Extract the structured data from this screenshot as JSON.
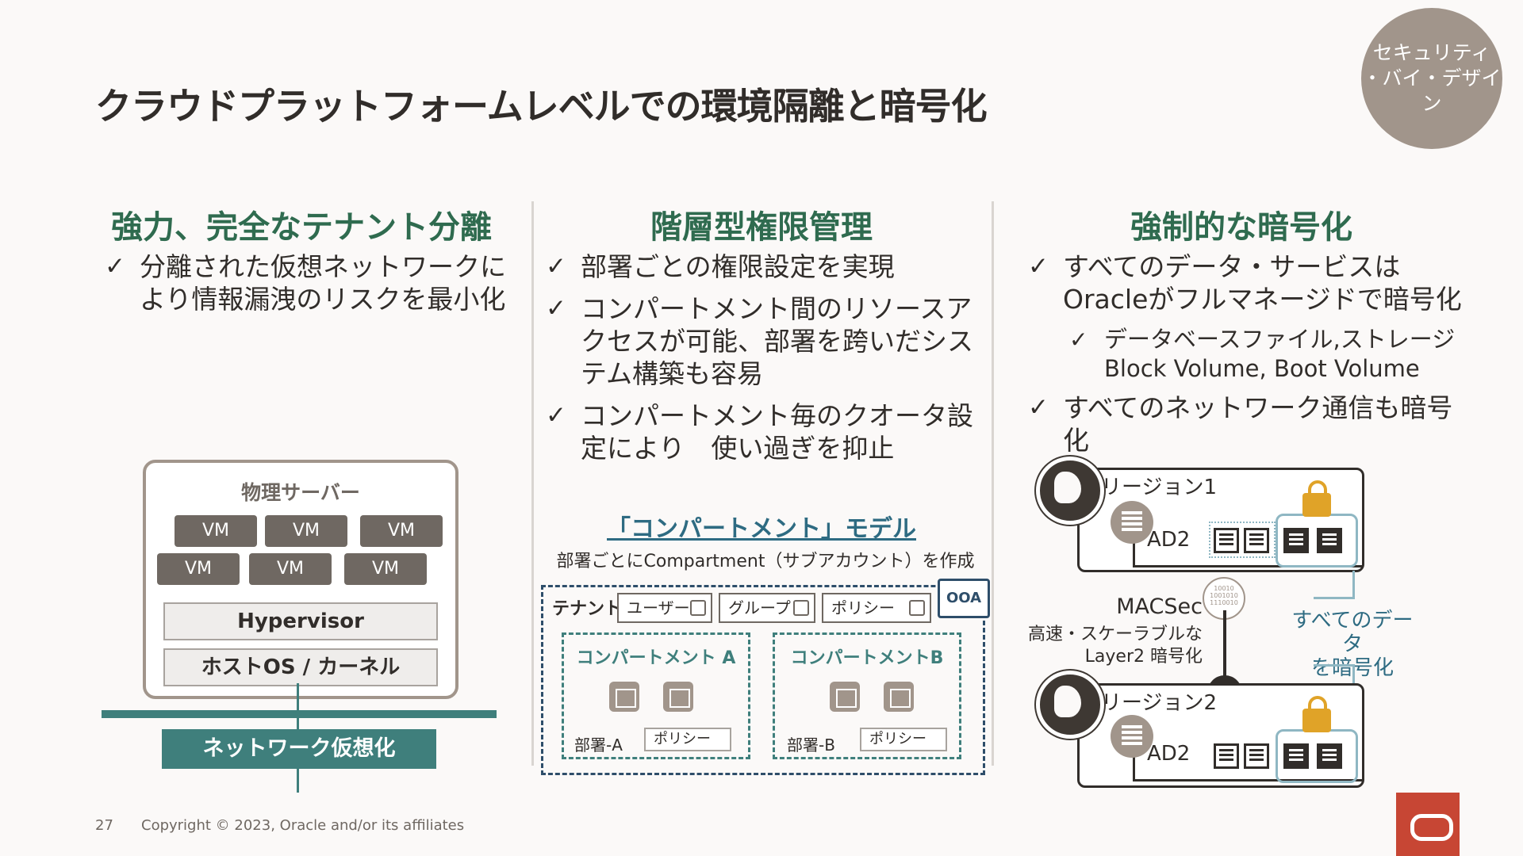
{
  "header": {
    "title": "クラウドプラットフォームレベルでの環境隔離と暗号化",
    "badge_line1": "セキュリティ",
    "badge_line2": "・バイ・デザイン"
  },
  "columns": [
    {
      "heading": "強力、完全なテナント分離",
      "bullets": [
        "分離された仮想ネットワークにより情報漏洩のリスクを最小化"
      ]
    },
    {
      "heading": "階層型権限管理",
      "bullets": [
        "部署ごとの権限設定を実現",
        "コンパートメント間のリソースアクセスが可能、部署を跨いだシステム構築も容易",
        "コンパートメント毎のクオータ設定により　使い過ぎを抑止"
      ]
    },
    {
      "heading": "強制的な暗号化",
      "bullets": [
        "すべてのデータ・サービスはOracleがフルマネージドで暗号化",
        "すべてのネットワーク通信も暗号化"
      ],
      "sub_bullet_line1": "データベースファイル,ストレージ",
      "sub_bullet_line2": "Block Volume, Boot Volume"
    }
  ],
  "server_diagram": {
    "label": "物理サーバー",
    "vms": [
      "VM",
      "VM",
      "VM",
      "VM",
      "VM",
      "VM"
    ],
    "hypervisor": "Hypervisor",
    "host_os": "ホストOS / カーネル",
    "network": "ネットワーク仮想化"
  },
  "compartment_diagram": {
    "title": "「コンパートメント」モデル",
    "subtitle": "部署ごとにCompartment（サブアカウント）を作成",
    "tenant": "テナント",
    "chips": [
      "ユーザー",
      "グループ",
      "ポリシー"
    ],
    "compartment_a": "コンパートメント A",
    "compartment_b": "コンパートメントB",
    "dept_a": "部署-A",
    "dept_b": "部署-B",
    "policy": "ポリシー",
    "folder_text": "OOA"
  },
  "encryption_diagram": {
    "region1": "リージョン1",
    "region2": "リージョン2",
    "ad1": "AD2",
    "ad2": "AD2",
    "macsec": "MACSec",
    "macsec_sub1": "高速・スケーラブルな",
    "macsec_sub2": "Layer2 暗号化",
    "encrypt_label1": "すべてのデータ",
    "encrypt_label2": "を暗号化",
    "chip_bits": "10010 1001010 1110010"
  },
  "footer": {
    "page": "27",
    "copyright": "Copyright © 2023, Oracle and/or its affiliates"
  },
  "colors": {
    "heading_green": "#2f6b4f",
    "teal": "#3f7f7c",
    "blue": "#2e6b82",
    "taupe": "#a1958b",
    "oracle_red": "#c74634"
  }
}
